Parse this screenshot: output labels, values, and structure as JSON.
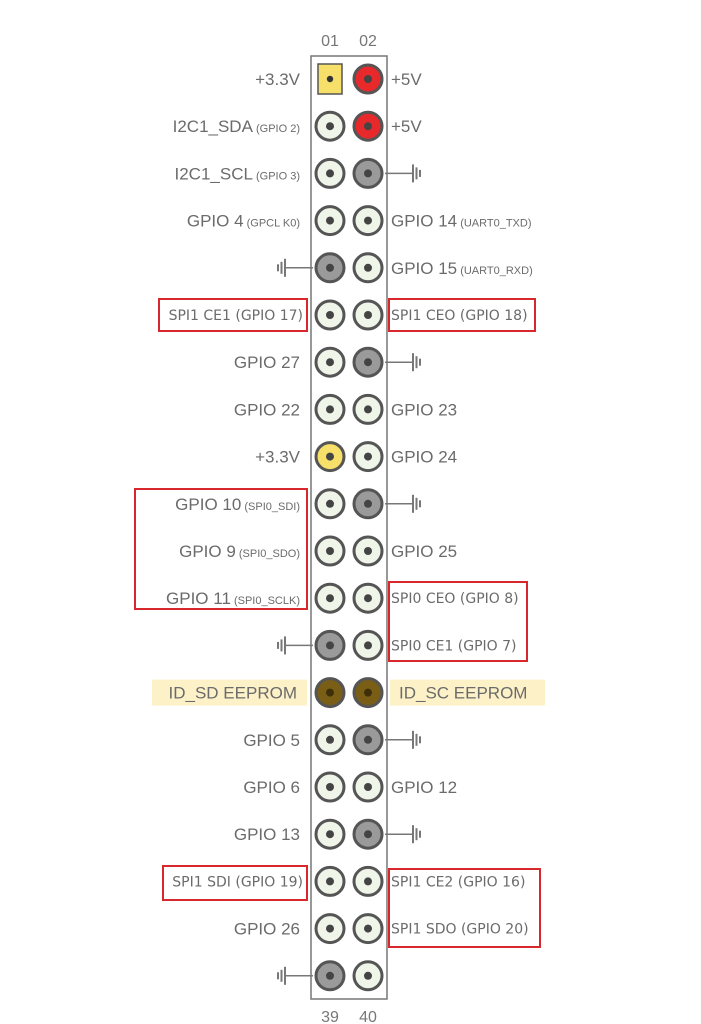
{
  "header": {
    "col_left": "01",
    "col_right": "02"
  },
  "footer": {
    "col_left": "39",
    "col_right": "40"
  },
  "colors": {
    "power33": "#f7e06a",
    "power5": "#e8292b",
    "ground": "#9a9a9a",
    "gpio": "#f0f5ea",
    "eeprom": "#7a5e16",
    "highlight_box": "#d9282d",
    "eeprom_label_bg": "#fdf1c8"
  },
  "rows": [
    {
      "left": {
        "main": "+3.3V",
        "sub": ""
      },
      "lpin": "power33-square",
      "rpin": "power5",
      "right": {
        "main": "+5V",
        "sub": ""
      }
    },
    {
      "left": {
        "main": "I2C1_SDA",
        "sub": "(GPIO 2)"
      },
      "lpin": "gpio",
      "rpin": "power5",
      "right": {
        "main": "+5V",
        "sub": ""
      }
    },
    {
      "left": {
        "main": "I2C1_SCL",
        "sub": "(GPIO 3)"
      },
      "lpin": "gpio",
      "rpin": "ground",
      "right": {
        "ground_icon": true
      }
    },
    {
      "left": {
        "main": "GPIO 4",
        "sub": "(GPCL K0)"
      },
      "lpin": "gpio",
      "rpin": "gpio",
      "right": {
        "main": "GPIO 14",
        "sub": "(UART0_TXD)"
      }
    },
    {
      "left": {
        "ground_icon": true
      },
      "lpin": "ground",
      "rpin": "gpio",
      "right": {
        "main": "GPIO 15",
        "sub": "(UART0_RXD)"
      }
    },
    {
      "left": {
        "boxed": "SPI1 CE1 (GPIO 17)"
      },
      "lpin": "gpio",
      "rpin": "gpio",
      "right": {
        "boxed": "SPI1 CEO (GPIO 18)"
      }
    },
    {
      "left": {
        "main": "GPIO 27",
        "sub": ""
      },
      "lpin": "gpio",
      "rpin": "ground",
      "right": {
        "ground_icon": true
      }
    },
    {
      "left": {
        "main": "GPIO 22",
        "sub": ""
      },
      "lpin": "gpio",
      "rpin": "gpio",
      "right": {
        "main": "GPIO 23",
        "sub": ""
      }
    },
    {
      "left": {
        "main": "+3.3V",
        "sub": ""
      },
      "lpin": "power33",
      "rpin": "gpio",
      "right": {
        "main": "GPIO 24",
        "sub": ""
      }
    },
    {
      "left": {
        "main": "GPIO 10",
        "sub": "(SPI0_SDI)"
      },
      "lpin": "gpio",
      "rpin": "ground",
      "right": {
        "ground_icon": true
      }
    },
    {
      "left": {
        "main": "GPIO 9",
        "sub": "(SPI0_SDO)"
      },
      "lpin": "gpio",
      "rpin": "gpio",
      "right": {
        "main": "GPIO 25",
        "sub": ""
      }
    },
    {
      "left": {
        "main": "GPIO 11",
        "sub": "(SPI0_SCLK)"
      },
      "lpin": "gpio",
      "rpin": "gpio",
      "right": {
        "plain": "SPI0 CEO (GPIO 8)"
      }
    },
    {
      "left": {
        "ground_icon": true
      },
      "lpin": "ground",
      "rpin": "gpio",
      "right": {
        "plain": "SPI0 CE1 (GPIO 7)"
      }
    },
    {
      "left": {
        "eeprom": "ID_SD EEPROM"
      },
      "lpin": "eeprom",
      "rpin": "eeprom",
      "right": {
        "eeprom": "ID_SC EEPROM"
      }
    },
    {
      "left": {
        "main": "GPIO 5",
        "sub": ""
      },
      "lpin": "gpio",
      "rpin": "ground",
      "right": {
        "ground_icon": true
      }
    },
    {
      "left": {
        "main": "GPIO 6",
        "sub": ""
      },
      "lpin": "gpio",
      "rpin": "gpio",
      "right": {
        "main": "GPIO 12",
        "sub": ""
      }
    },
    {
      "left": {
        "main": "GPIO 13",
        "sub": ""
      },
      "lpin": "gpio",
      "rpin": "ground",
      "right": {
        "ground_icon": true
      }
    },
    {
      "left": {
        "boxed": "SPI1 SDI (GPIO 19)"
      },
      "lpin": "gpio",
      "rpin": "gpio",
      "right": {
        "plain": "SPI1 CE2 (GPIO 16)"
      }
    },
    {
      "left": {
        "main": "GPIO 26",
        "sub": ""
      },
      "lpin": "gpio",
      "rpin": "gpio",
      "right": {
        "plain": "SPI1 SDO (GPIO 20)"
      }
    },
    {
      "left": {
        "ground_icon": true
      },
      "lpin": "ground",
      "rpin": "gpio",
      "right": {
        "ground_icon": false
      }
    }
  ]
}
